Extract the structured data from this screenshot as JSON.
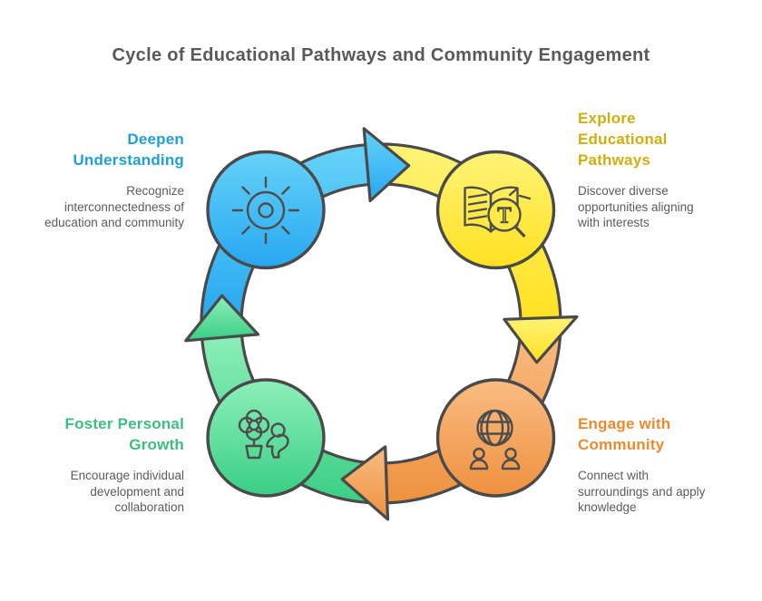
{
  "title": "Cycle of Educational Pathways and Community Engagement",
  "colors": {
    "background": "#FFFFFF",
    "title_text": "#58595B",
    "body_text": "#5A5B5D",
    "outline": "#4A4A4A",
    "blue": {
      "heading": "#1EA0D8",
      "fill_light": "#66D3F8",
      "fill_dark": "#27A7F1"
    },
    "yellow": {
      "heading": "#D1AE10",
      "fill_light": "#FFF378",
      "fill_dark": "#FFE120"
    },
    "orange": {
      "heading": "#EC8A2D",
      "fill_light": "#F9BC82",
      "fill_dark": "#EF9140"
    },
    "green": {
      "heading": "#3CBE81",
      "fill_light": "#8DEFB9",
      "fill_dark": "#3ACF84"
    }
  },
  "nodes": [
    {
      "name": "deepen-understanding",
      "position": "top-left",
      "heading_lines": [
        "Deepen",
        "Understanding"
      ],
      "description_lines": [
        "Recognize",
        "interconnectedness of",
        "education and community"
      ],
      "icon": "sun-icon",
      "color": "blue"
    },
    {
      "name": "explore-educational-pathways",
      "position": "top-right",
      "heading_lines": [
        "Explore",
        "Educational",
        "Pathways"
      ],
      "description_lines": [
        "Discover diverse",
        "opportunities aligning",
        "with interests"
      ],
      "icon": "book-search-icon",
      "color": "yellow"
    },
    {
      "name": "engage-with-community",
      "position": "bottom-right",
      "heading_lines": [
        "Engage with",
        "Community"
      ],
      "description_lines": [
        "Connect with",
        "surroundings and apply",
        "knowledge"
      ],
      "icon": "globe-people-icon",
      "color": "orange"
    },
    {
      "name": "foster-personal-growth",
      "position": "bottom-left",
      "heading_lines": [
        "Foster Personal",
        "Growth"
      ],
      "description_lines": [
        "Encourage individual",
        "development and",
        "collaboration"
      ],
      "icon": "plant-person-icon",
      "color": "green"
    }
  ]
}
